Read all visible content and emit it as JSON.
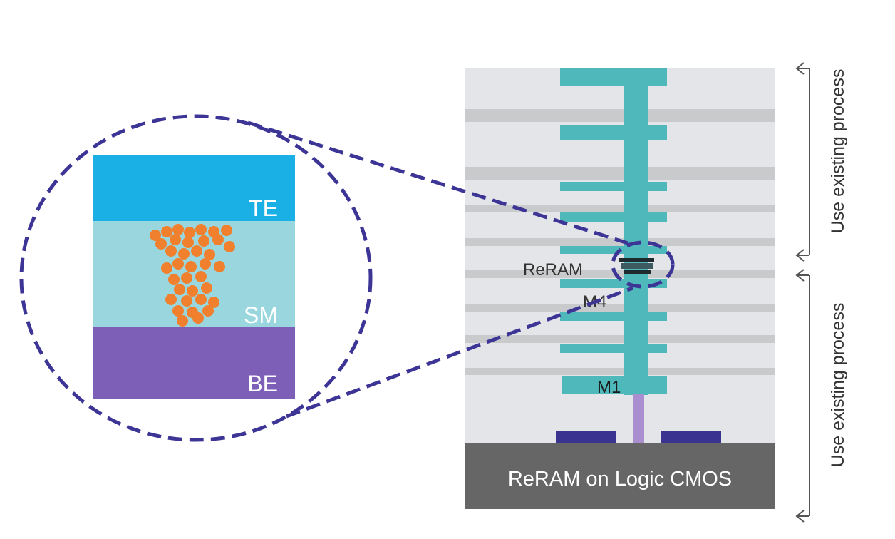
{
  "zoom_layers": {
    "top_label": "TE",
    "middle_label": "SM",
    "bottom_label": "BE"
  },
  "stack": {
    "reram_label": "ReRAM",
    "m4_label": "M4",
    "m1_label": "M1",
    "substrate_label": "ReRAM on Logic CMOS"
  },
  "annotations": {
    "upper_process": "Use existing process",
    "lower_process": "Use existing process"
  },
  "colors": {
    "te": "#1ab0e6",
    "sm": "#9ad6dd",
    "be": "#7d5fb8",
    "filament": "#f0802e",
    "metal": "#4eb8ba",
    "dielectric": "#e3e5e8",
    "barrier": "#c9cacc",
    "substrate": "#666666",
    "dashed": "#3d3596",
    "contact": "#3a3490",
    "via": "#a98fd0"
  }
}
